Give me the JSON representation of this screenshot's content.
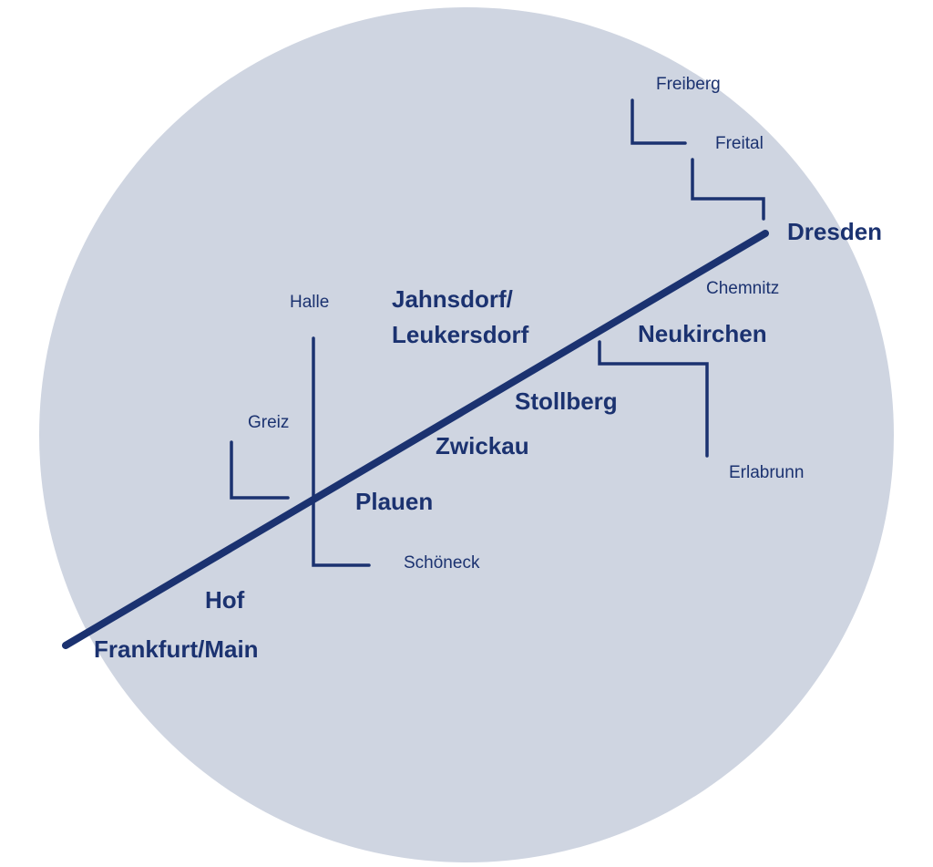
{
  "colors": {
    "circle": "#cfd5e1",
    "line": "#1b3270",
    "background": "#ffffff"
  },
  "stations": {
    "freiberg": "Freiberg",
    "freital": "Freital",
    "dresden": "Dresden",
    "chemnitz": "Chemnitz",
    "neukirchen": "Neukirchen",
    "jahnsdorf": "Jahnsdorf/",
    "leukersdorf": "Leukersdorf",
    "halle": "Halle",
    "stollberg": "Stollberg",
    "zwickau": "Zwickau",
    "greiz": "Greiz",
    "erlabrunn": "Erlabrunn",
    "plauen": "Plauen",
    "schoeneck": "Schöneck",
    "hof": "Hof",
    "frankfurt": "Frankfurt/Main"
  }
}
